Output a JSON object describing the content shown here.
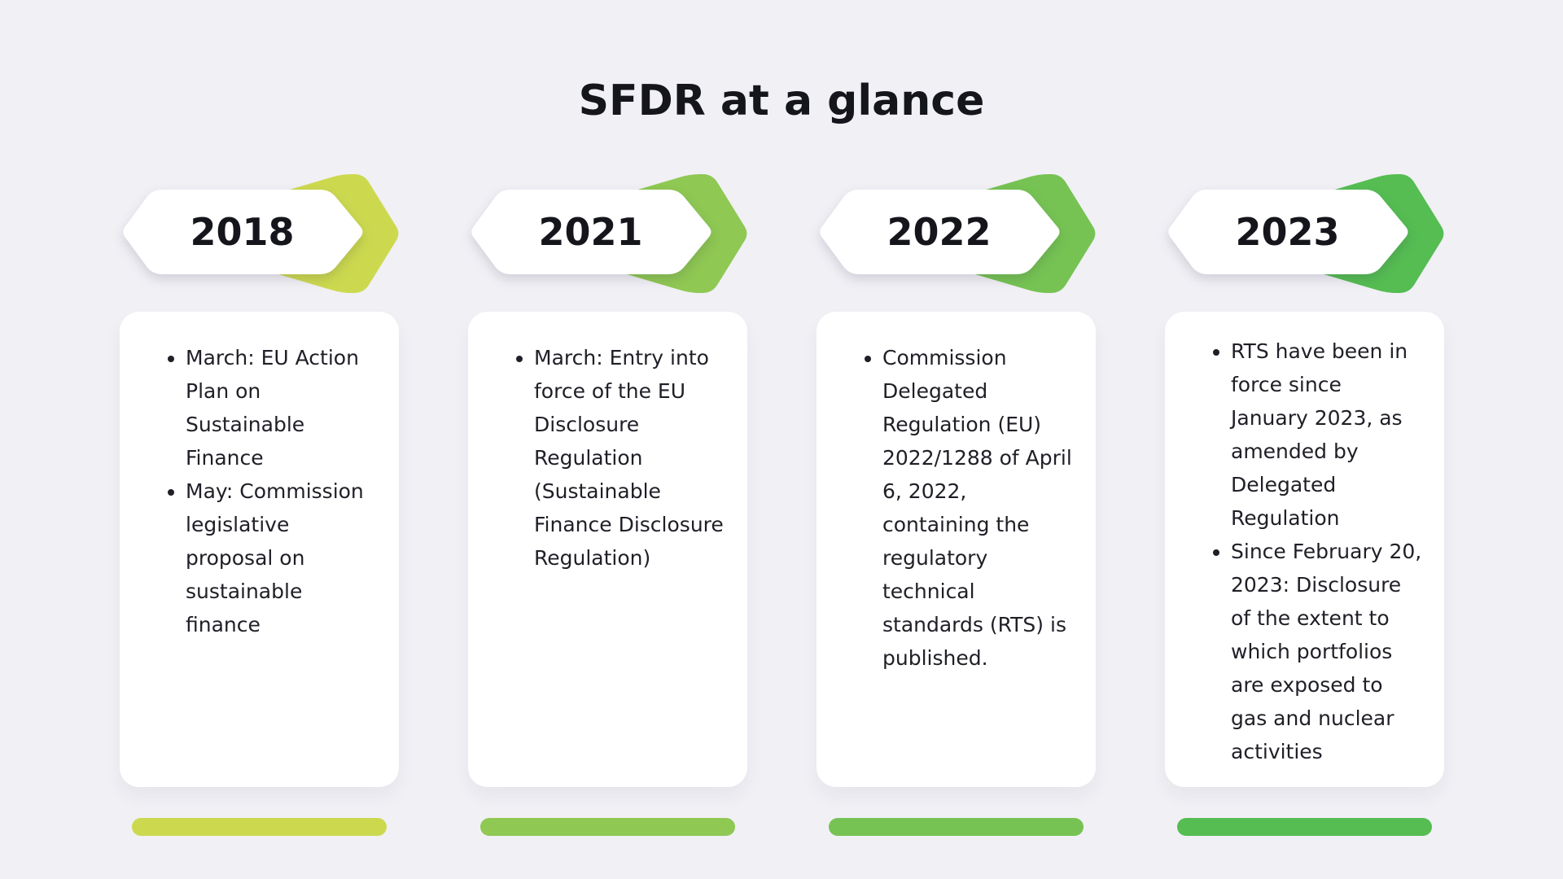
{
  "page": {
    "title": "SFDR at a glance",
    "background": "#f1f0f5"
  },
  "columns": [
    {
      "year": "2018",
      "accent": "#ccd94f",
      "bullets": [
        "March: EU Action Plan on Sustainable Finance",
        "May: Commission legislative proposal on sustainable finance"
      ]
    },
    {
      "year": "2021",
      "accent": "#8fc853",
      "bullets": [
        "March: Entry into force of the EU Disclosure Regulation (Sustainable Finance Disclosure Regulation)"
      ]
    },
    {
      "year": "2022",
      "accent": "#76c353",
      "bullets": [
        "Commission Delegated Regulation (EU) 2022/1288 of April 6, 2022, containing the regulatory technical standards (RTS) is published."
      ]
    },
    {
      "year": "2023",
      "accent": "#55bd52",
      "bullets": [
        "RTS have been in force since January 2023, as amended by Delegated Regulation",
        "Since February 20, 2023: Disclosure of the extent to which portfolios are exposed to gas and nuclear activities"
      ]
    }
  ]
}
